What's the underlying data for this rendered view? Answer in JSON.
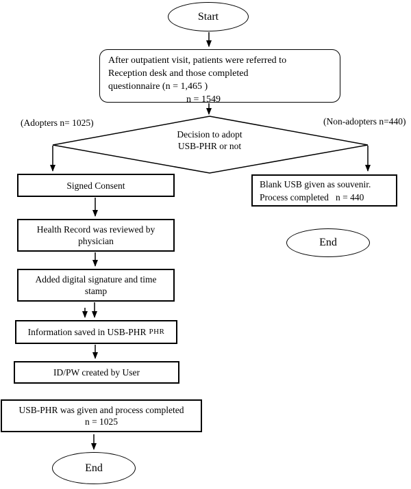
{
  "nodes": {
    "start": "Start",
    "intro": {
      "line1": "After outpatient visit, patients were referred to",
      "line2": "Reception desk and those completed",
      "line3": "questionnaire (n = 1,465 )",
      "line4": "n = 1549"
    },
    "adopters_label": "(Adopters n= 1025)",
    "non_adopters_label": "(Non-adopters n=440)",
    "decision": {
      "line1": "Decision to adopt",
      "line2": "USB-PHR or not"
    },
    "signed_consent": "Signed Consent",
    "health_record": {
      "line1": "Health Record was reviewed by",
      "line2": "physician"
    },
    "digital_signature": {
      "line1": "Added digital signature and time",
      "line2": "stamp"
    },
    "info_saved": {
      "main": "Information saved in USB-PHR",
      "suffix": "PHR"
    },
    "id_pw": "ID/PW created by User",
    "blank_usb": {
      "line1": "Blank USB given as souvenir.",
      "line2": "Process completed   n = 440"
    },
    "end_right": "End",
    "usb_given": {
      "line1": "USB-PHR was given and process completed",
      "line2": "n = 1025"
    },
    "end_left": "End"
  },
  "colors": {
    "line": "#000000",
    "background": "#ffffff",
    "text": "#000000"
  }
}
